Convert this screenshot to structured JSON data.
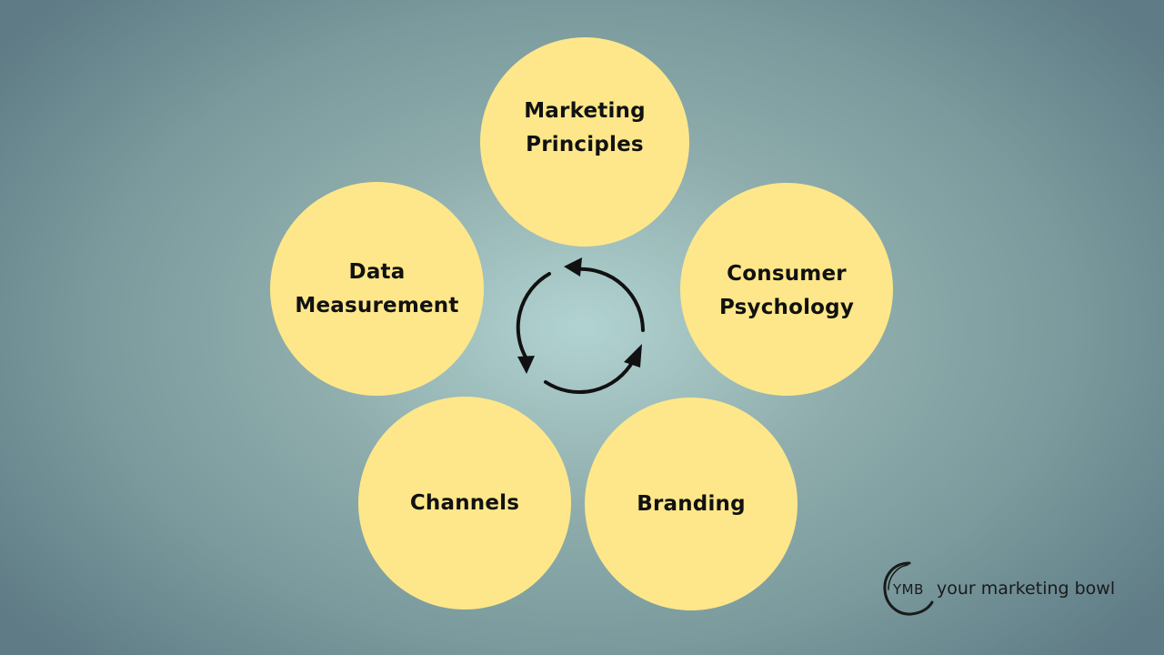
{
  "diagram": {
    "nodes": [
      {
        "id": "principles",
        "label": "Marketing\nPrinciples"
      },
      {
        "id": "psychology",
        "label": "Consumer\nPsychology"
      },
      {
        "id": "branding",
        "label": "Branding"
      },
      {
        "id": "channels",
        "label": "Channels"
      },
      {
        "id": "data",
        "label": "Data\nMeasurement"
      }
    ],
    "center_icon": "cycle-arrows-icon"
  },
  "brand": {
    "initials": "YMB",
    "name": "your marketing bowl"
  },
  "colors": {
    "node_fill": "#fde78a",
    "text": "#111111",
    "background_center": "#b1d3d1",
    "background_edge": "#5f7c86"
  }
}
